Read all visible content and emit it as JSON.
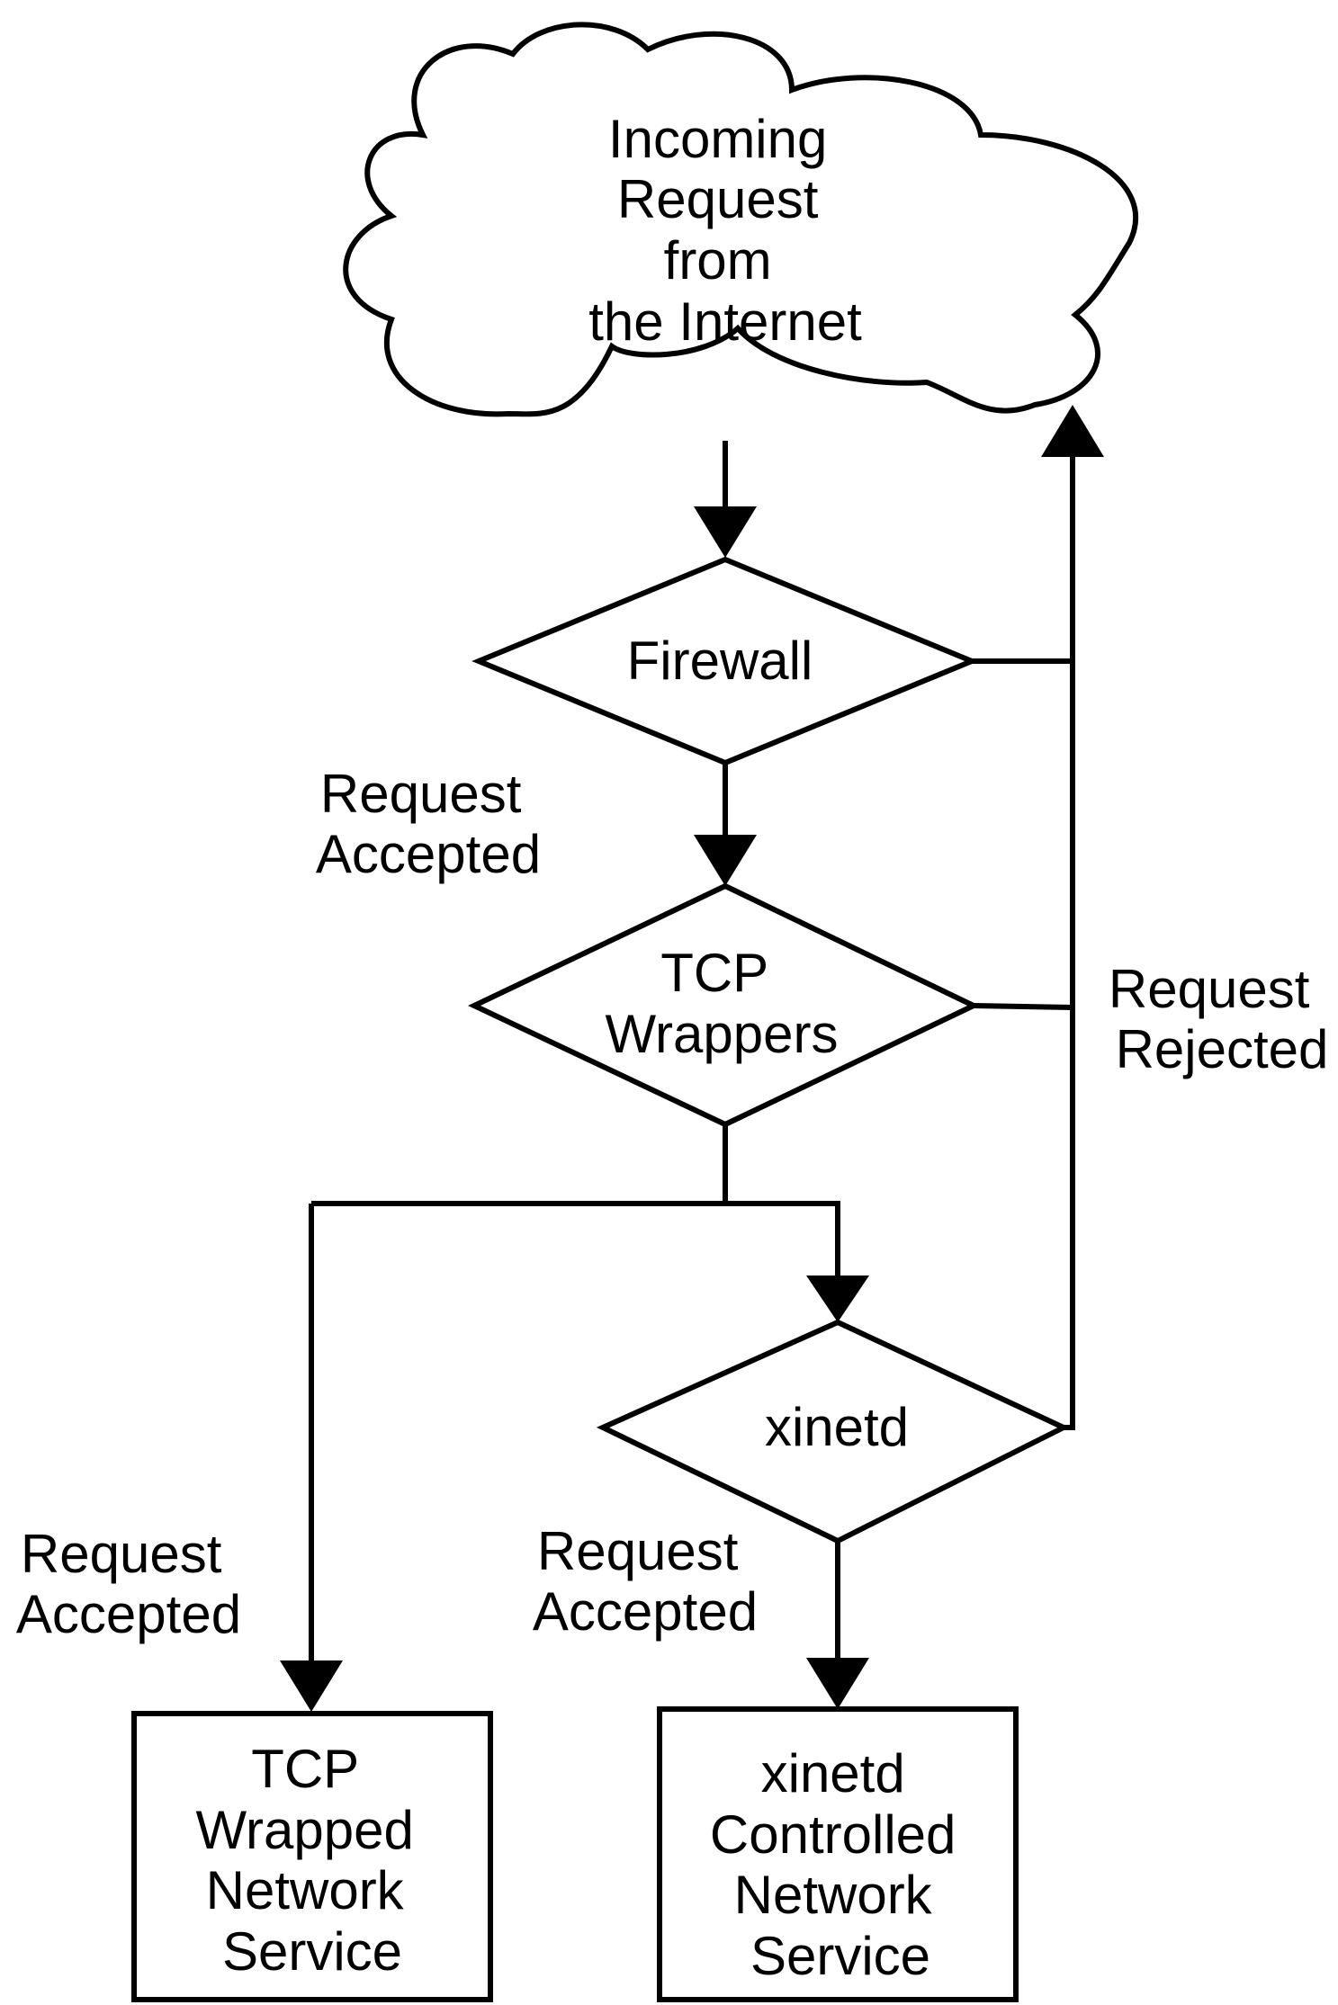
{
  "cloud": {
    "lines": [
      "Incoming",
      "Request",
      "from",
      "the Internet"
    ]
  },
  "firewall": {
    "label": "Firewall"
  },
  "tcp_wrappers": {
    "lines": [
      "TCP",
      "Wrappers"
    ]
  },
  "xinetd": {
    "label": "xinetd"
  },
  "edge_labels": {
    "firewall_accepted": [
      "Request",
      "Accepted"
    ],
    "rejected": [
      "Request",
      "Rejected"
    ],
    "tcp_accepted": [
      "Request",
      "Accepted"
    ],
    "xinetd_accepted": [
      "Request",
      "Accepted"
    ]
  },
  "tcp_service": {
    "lines": [
      "TCP",
      "Wrapped",
      "Network",
      "Service"
    ]
  },
  "xinetd_service": {
    "lines": [
      "xinetd",
      "Controlled",
      "Network",
      "Service"
    ]
  }
}
